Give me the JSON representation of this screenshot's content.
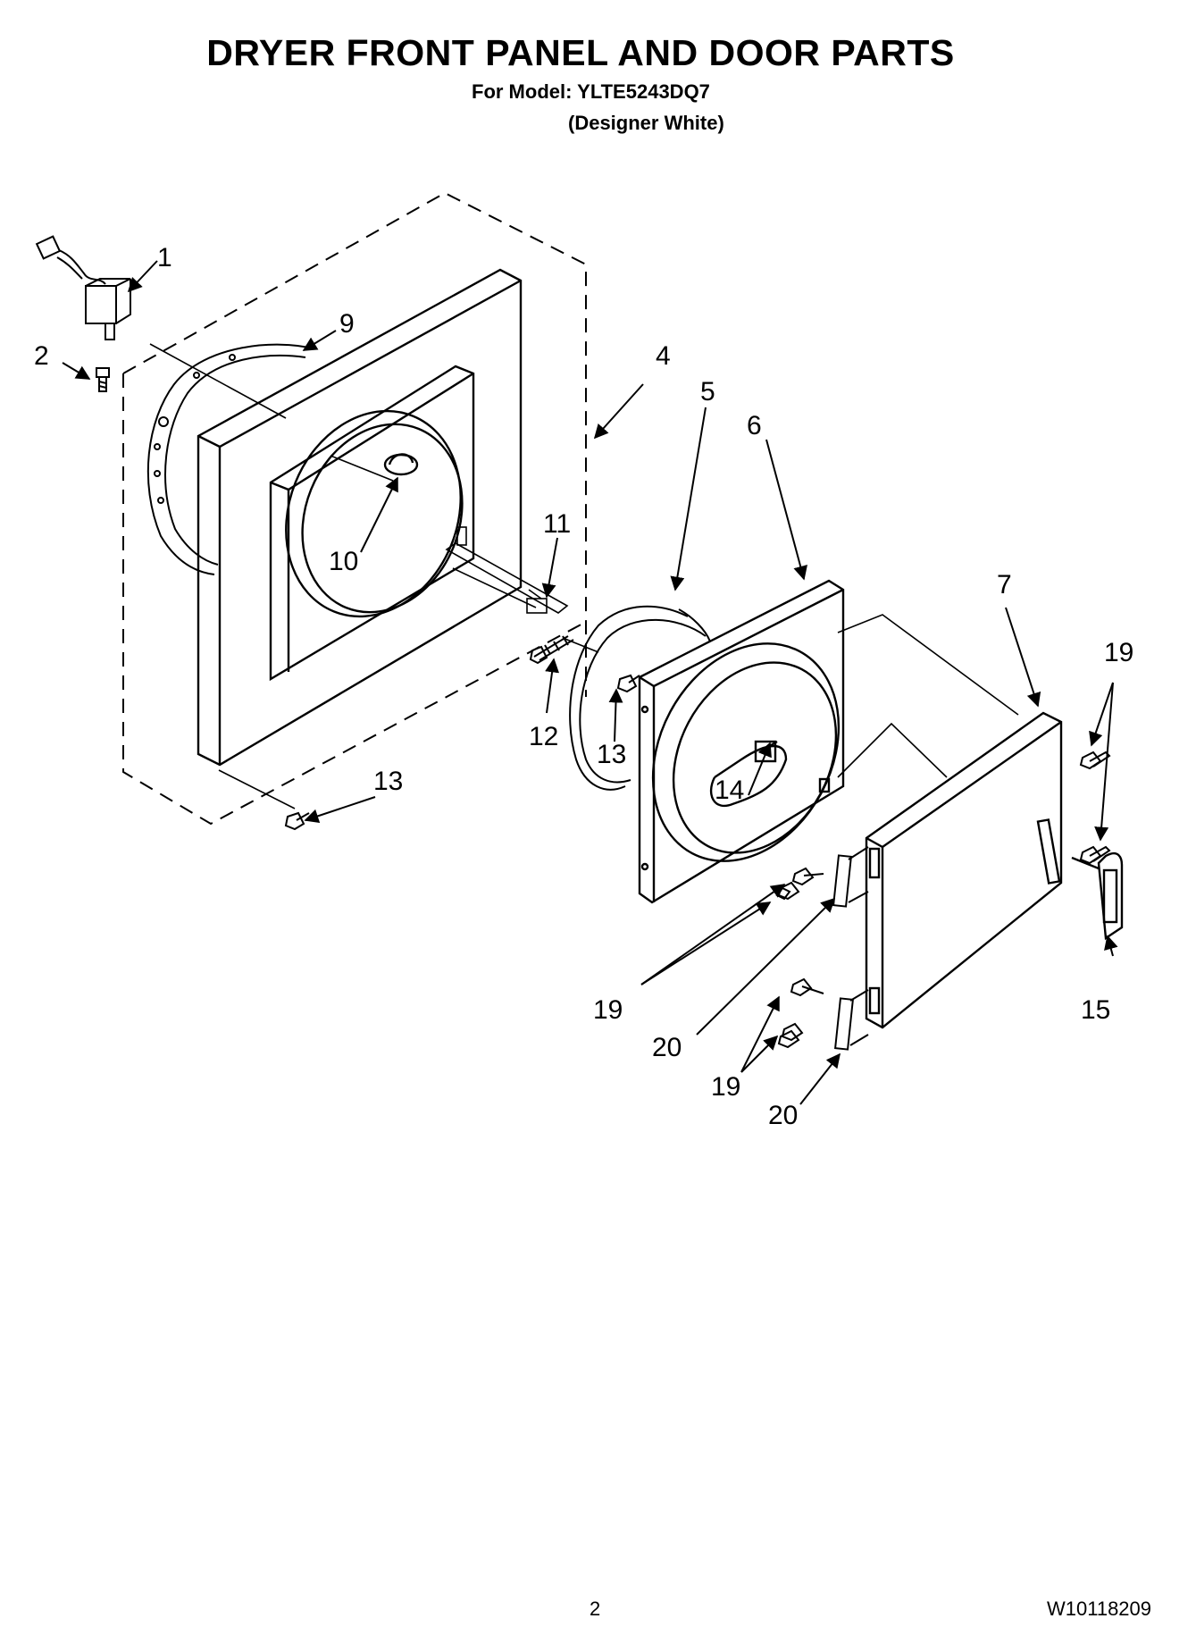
{
  "header": {
    "title": "DRYER FRONT PANEL AND DOOR PARTS",
    "model_line": "For Model: YLTE5243DQ7",
    "color_line": "(Designer White)"
  },
  "footer": {
    "page_number": "2",
    "document_number": "W10118209"
  },
  "callouts": {
    "c1": "1",
    "c2": "2",
    "c4": "4",
    "c5": "5",
    "c6": "6",
    "c7": "7",
    "c9": "9",
    "c10": "10",
    "c11": "11",
    "c12": "12",
    "c13a": "13",
    "c13b": "13",
    "c14": "14",
    "c15": "15",
    "c19a": "19",
    "c19b": "19",
    "c19c": "19",
    "c20a": "20",
    "c20b": "20"
  }
}
